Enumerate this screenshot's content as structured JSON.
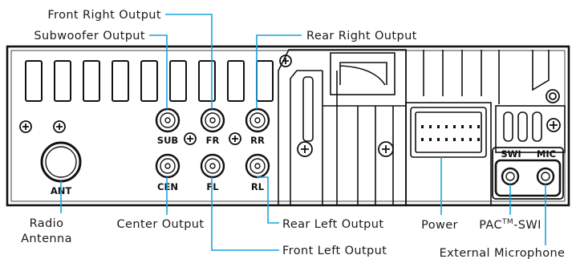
{
  "callouts": {
    "front_right_output": "Front Right Output",
    "subwoofer_output": "Subwoofer Output",
    "rear_right_output": "Rear Right Output",
    "radio_antenna_line1": "Radio",
    "radio_antenna_line2": "Antenna",
    "center_output": "Center Output",
    "rear_left_output": "Rear Left Output",
    "front_left_output": "Front Left Output",
    "power": "Power",
    "pac_swi_prefix": "PAC",
    "pac_swi_tm": "TM",
    "pac_swi_suffix": "-SWI",
    "external_microphone": "External Microphone"
  },
  "panel_labels": {
    "sub": "SUB",
    "fr": "FR",
    "rr": "RR",
    "cen": "CEN",
    "fl": "FL",
    "rl": "RL",
    "ant": "ANT",
    "swi": "SWI",
    "mic": "MIC"
  },
  "colors": {
    "leader_line": "#1aa3e0",
    "outline": "#111111"
  }
}
